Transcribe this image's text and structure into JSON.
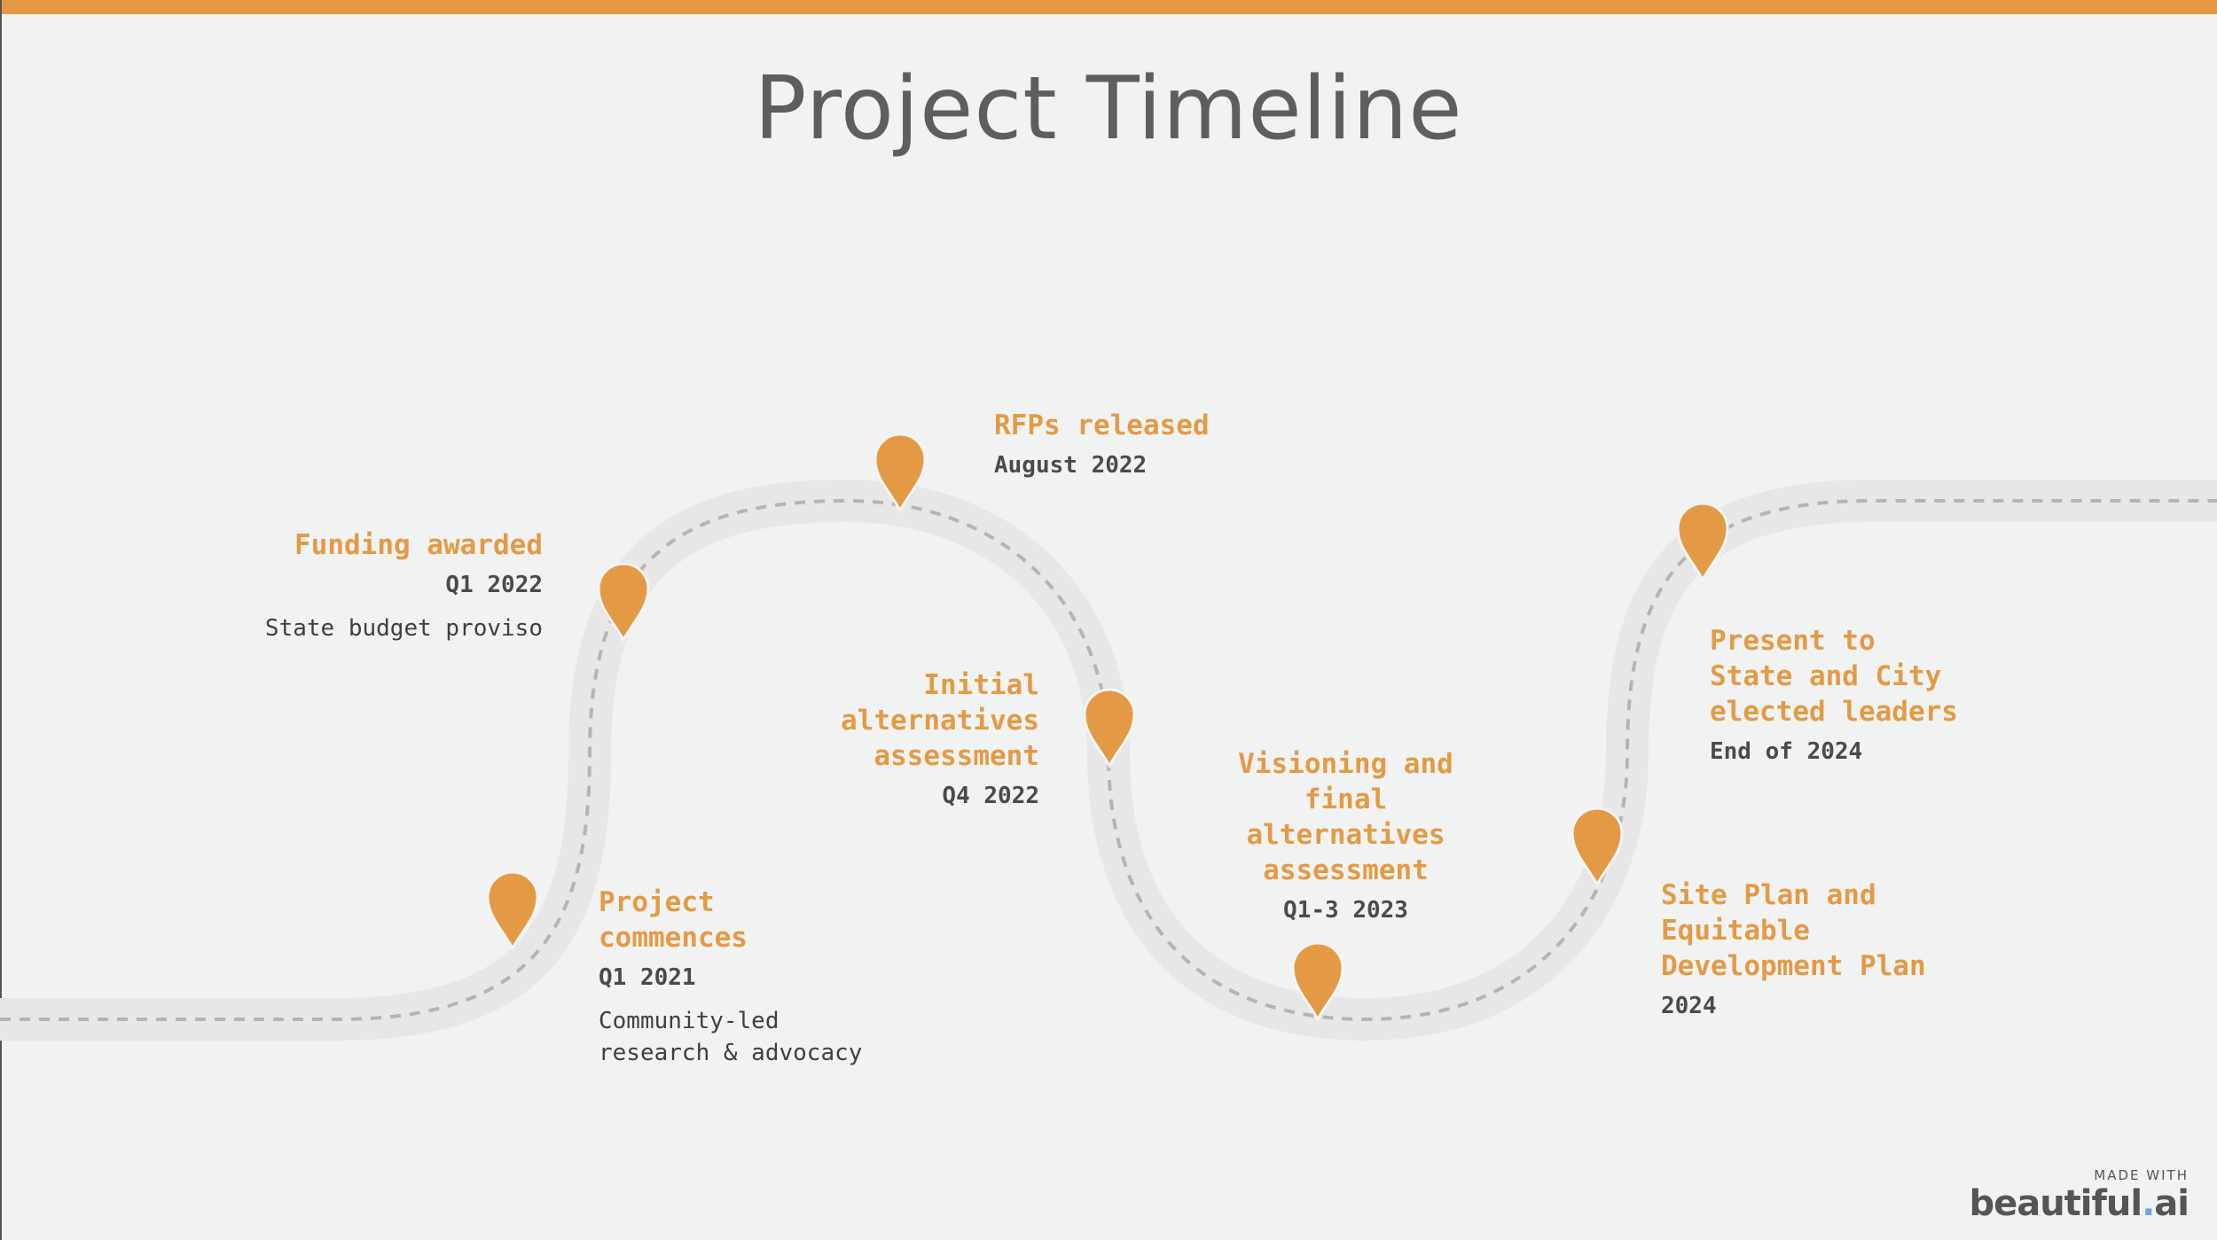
{
  "title": "Project Timeline",
  "colors": {
    "accent": "#e49a45",
    "road": "#e6e7e6",
    "road_dash": "#b4b4b4",
    "text_dark": "#4a4a4a",
    "title": "#5e5e5e"
  },
  "milestones": [
    {
      "id": "m1",
      "heading": "Project commences",
      "date": "Q1 2021",
      "note": "Community-led research & advocacy"
    },
    {
      "id": "m2",
      "heading": "Funding awarded",
      "date": "Q1 2022",
      "note": "State budget proviso"
    },
    {
      "id": "m3",
      "heading": "RFPs released",
      "date": "August 2022",
      "note": ""
    },
    {
      "id": "m4",
      "heading": "Initial alternatives assessment",
      "date": "Q4 2022",
      "note": ""
    },
    {
      "id": "m5",
      "heading": "Visioning and final alternatives assessment",
      "date": "Q1-3 2023",
      "note": ""
    },
    {
      "id": "m6",
      "heading": "Site Plan and Equitable Development Plan",
      "date": "2024",
      "note": ""
    },
    {
      "id": "m7",
      "heading": "Present to State and City elected leaders",
      "date": "End of 2024",
      "note": ""
    }
  ],
  "brand": {
    "made_with": "MADE WITH",
    "name": "beautiful",
    "dot": ".",
    "suffix": "ai"
  },
  "pin_icon": "map-pin-icon"
}
